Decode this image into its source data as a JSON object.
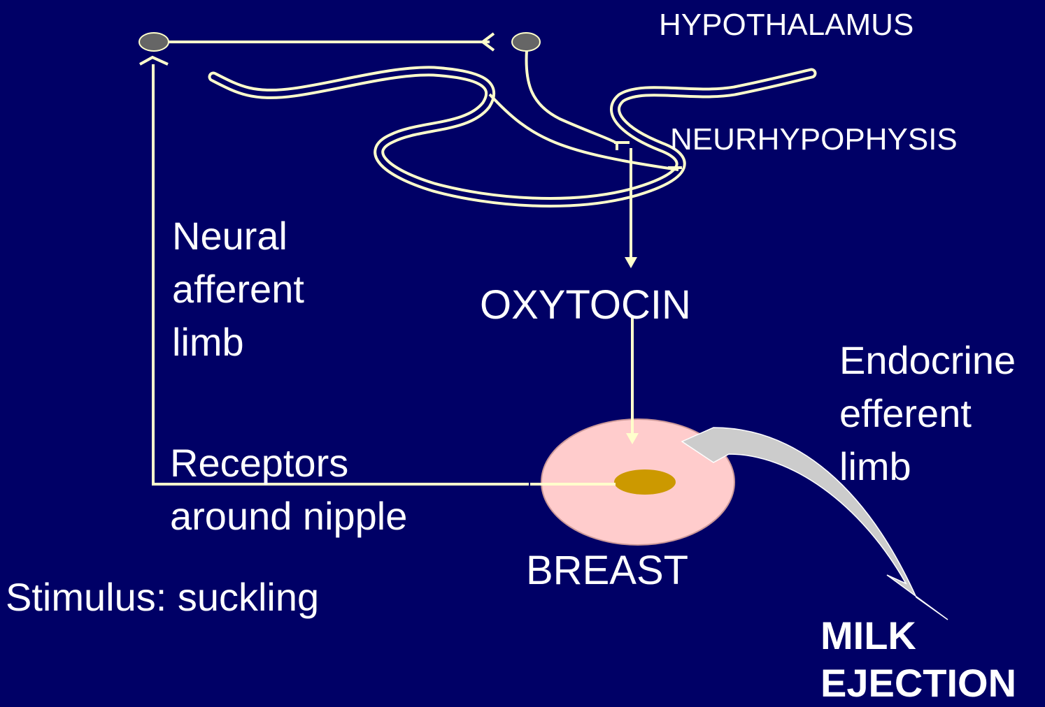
{
  "labels": {
    "hypothalamus": "HYPOTHALAMUS",
    "neurohypophysis": "NEURHYPOPHYSIS",
    "oxytocin": "OXYTOCIN",
    "neural_afferent": [
      "Neural",
      "afferent",
      "limb"
    ],
    "endocrine_efferent": [
      "Endocrine",
      "efferent",
      "limb"
    ],
    "receptors": [
      "Receptors",
      "around nipple"
    ],
    "breast": "BREAST",
    "stimulus": "Stimulus: suckling",
    "milk_ejection": [
      "MILK",
      "EJECTION"
    ]
  },
  "colors": {
    "background": "#000066",
    "line": "#FFFFCC",
    "neuron_body": "#666666",
    "breast": "#FFCCCC",
    "nipple": "#CC9900",
    "arrow": "#CCCCCC"
  }
}
